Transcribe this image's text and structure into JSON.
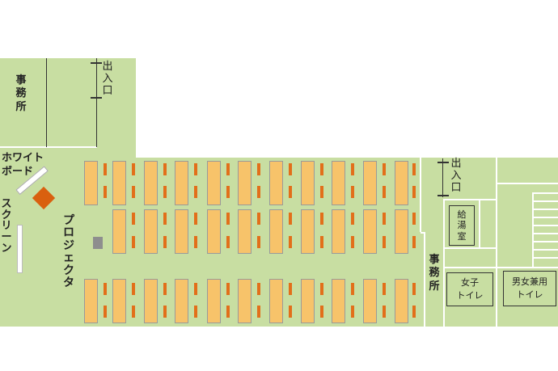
{
  "map": {
    "office_left_label": "事\n務\n所",
    "office_right_label": "事\n務\n所",
    "entrance_top": "出\n入\n口",
    "entrance_right": "出\n入\n口",
    "whiteboard": "ホワイト\nボード",
    "screen": "スクリーン",
    "projector": "プロジェクタ",
    "water_heater_room": "給\n湯\n室",
    "womens_toilet": "女子\nトイレ",
    "unisex_toilet": "男女兼用\nトイレ"
  },
  "colors": {
    "floor": "#c8dea2",
    "desk": "#f7c36a",
    "chair": "#e26f1a",
    "whiteboard_stand": "#d9600f",
    "projector": "#8e8e8e"
  },
  "seating": {
    "rows": 3,
    "desks_per_row": [
      11,
      10,
      11
    ]
  }
}
